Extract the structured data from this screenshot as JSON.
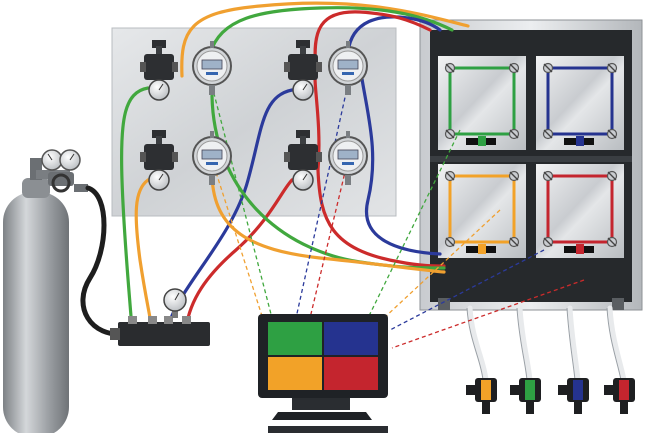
{
  "colors": {
    "background": "#ffffff",
    "panel": "#d7dadd",
    "cabinet": "#b9bdc1",
    "cabinet_inner": "#26292c",
    "cylinder": "#a9adb1",
    "screen_bezel": "#1f2226",
    "green": "#2ea043",
    "blue": "#25338f",
    "orange": "#f2a228",
    "red": "#c4252e",
    "line_green": "#41a83e",
    "line_orange": "#f0a030",
    "line_blue": "#2b3a9b",
    "line_red": "#cc2b2b",
    "lcd": "#9fb2c8"
  },
  "icons": {
    "cylinder": "gas-cylinder-icon",
    "regulator": "pressure-regulator-icon",
    "gauge": "digital-pressure-gauge-icon",
    "manifold": "gas-manifold-icon",
    "monitor": "monitor-icon",
    "valve": "outlet-valve-icon",
    "cabinet": "test-chamber-cabinet-icon"
  },
  "monitor_tiles": [
    "green",
    "blue",
    "orange",
    "red"
  ],
  "chambers": [
    "green",
    "blue",
    "orange",
    "red"
  ],
  "valves": [
    "orange",
    "green",
    "blue",
    "red"
  ]
}
